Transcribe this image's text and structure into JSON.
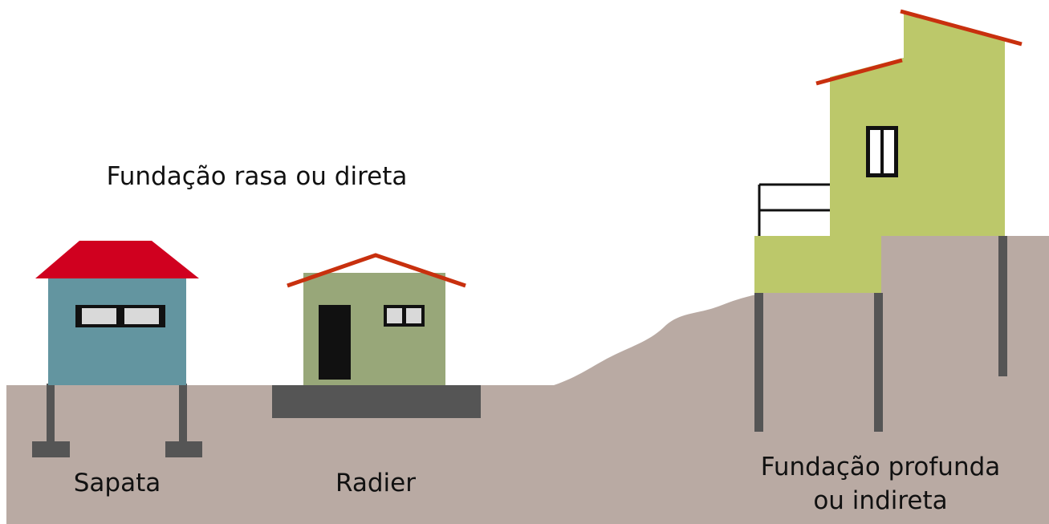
{
  "labels": {
    "shallow_title": "Fundação rasa ou direta",
    "sapata": "Sapata",
    "radier": "Radier",
    "deep_line1": "Fundação profunda",
    "deep_line2": "ou indireta"
  },
  "colors": {
    "ground": "#b9aaa3",
    "footing": "#555555",
    "sapata_wall": "#6395a0",
    "sapata_roof": "#d0001f",
    "radier_wall": "#98a779",
    "roof_stroke": "#c8300e",
    "door": "#111111",
    "deep_wall": "#bcc86a",
    "pile": "#555555",
    "window_glass": "#d9d9d9"
  }
}
